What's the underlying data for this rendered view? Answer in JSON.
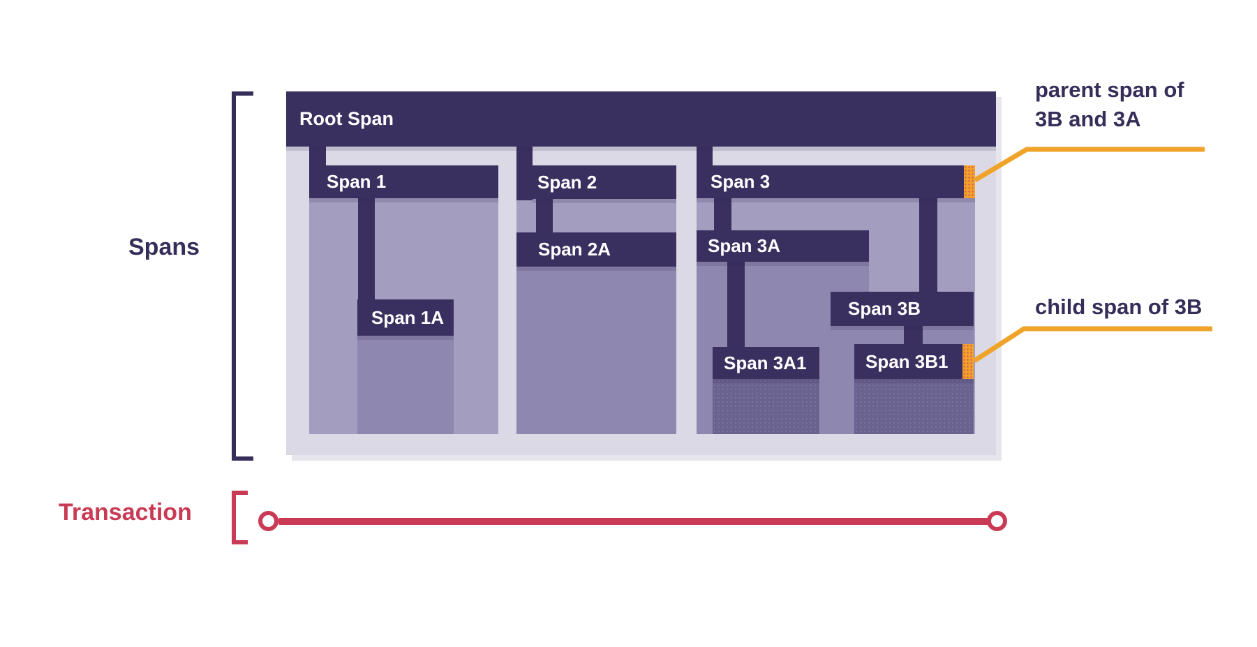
{
  "labels": {
    "spans": "Spans",
    "transaction": "Transaction"
  },
  "bars": {
    "root": "Root Span",
    "span1": "Span 1",
    "span1a": "Span 1A",
    "span2": "Span 2",
    "span2a": "Span 2A",
    "span3": "Span 3",
    "span3a": "Span 3A",
    "span3a1": "Span 3A1",
    "span3b": "Span 3B",
    "span3b1": "Span 3B1"
  },
  "hierarchy": {
    "root": [
      "span1",
      "span2",
      "span3"
    ],
    "span1": [
      "span1a"
    ],
    "span2": [
      "span2a"
    ],
    "span3": [
      "span3a",
      "span3b"
    ],
    "span3a": [
      "span3a1"
    ],
    "span3b": [
      "span3b1"
    ]
  },
  "annotations": {
    "parent": "parent span of\n3B and 3A",
    "child": "child span of 3B"
  },
  "colors": {
    "ink": "#362D59",
    "bar": "#3A3060",
    "panel": "#DBD9E6",
    "fill1": "#A39DBF",
    "fill2": "#8E87AF",
    "fill3": "#6A628F",
    "yellow": "#EFA429",
    "orange": "#F0A22B",
    "red": "#C93A54",
    "bar_text": "#FFFFFF"
  }
}
